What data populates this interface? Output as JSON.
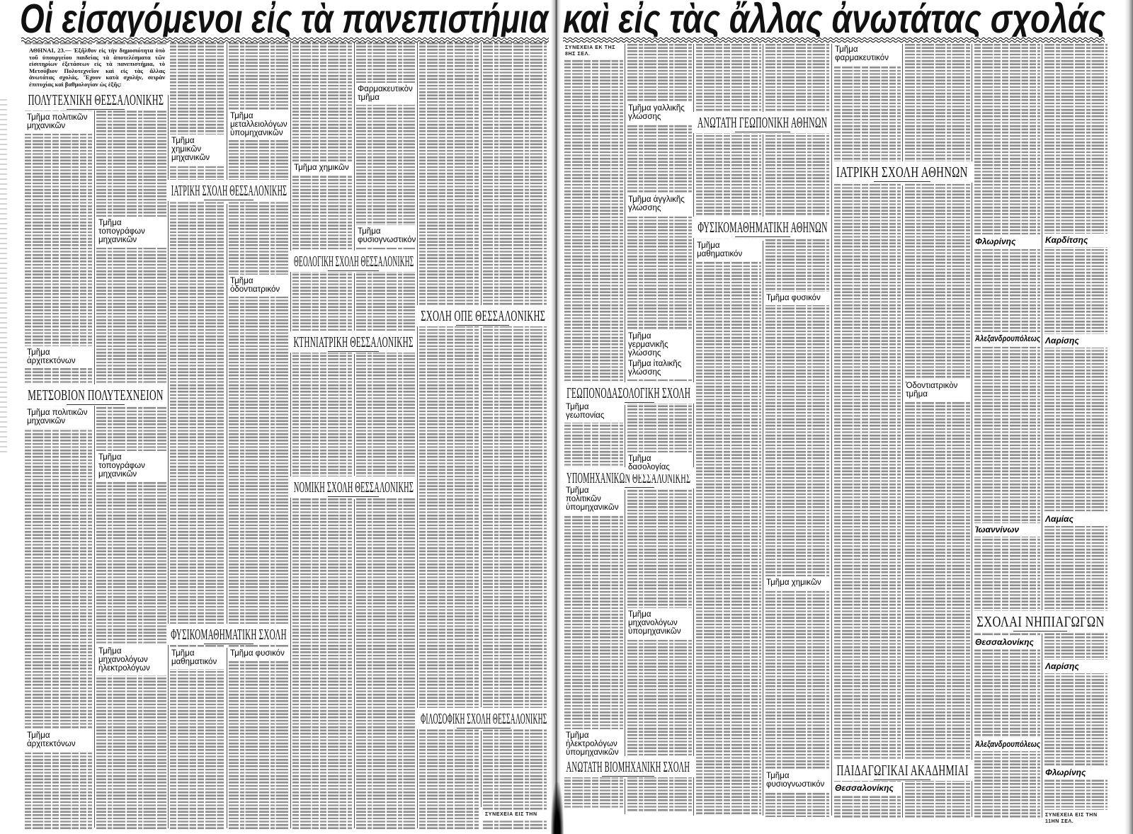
{
  "left_page": {
    "headline": "Οἱ εἰσαγόμενοι εἰς τὰ πανεπιστήμια",
    "intro": "ΑΘΗΝΑΙ, 23.— Ἐξῆλθον εἰς τὴν δημοσιότητα ὑπὸ τοῦ ὑπουργείου παιδείας τὰ ἀποτελέσματα τῶν εἰσιτηρίων ἐξετάσεων εἰς τὰ πανεπιστήμια, τὸ Μετσόβιον Πολυτεχνεῖον καὶ εἰς τὰς ἄλλας ἀνωτάτας σχολάς. Ἔχουν κατὰ σχολήν, σειρὰν ἐπιτυχίας καὶ βαθμολογίαν ὡς ἑξῆς:",
    "sections": [
      "ΠΟΛΥΤΕΧΝΙΚΗ ΘΕΣΣΑΛΟΝΙΚΗΣ",
      "ΜΕΤΣΟΒΙΟΝ ΠΟΛΥΤΕΧΝΕΙΟΝ",
      "ΙΑΤΡΙΚΗ ΣΧΟΛΗ ΘΕΣΣΑΛΟΝΙΚΗΣ",
      "ΘΕΟΛΟΓΙΚΗ ΣΧΟΛΗ ΘΕΣΣΑΛΟΝΙΚΗΣ",
      "ΣΧΟΛΗ ΟΠΕ ΘΕΣΣΑΛΟΝΙΚΗΣ",
      "ΚΤΗΝΙΑΤΡΙΚΗ ΘΕΣΣΑΛΟΝΙΚΗΣ",
      "ΝΟΜΙΚΗ ΣΧΟΛΗ ΘΕΣΣΑΛΟΝΙΚΗΣ",
      "ΦΥΣΙΚΟΜΑΘΗΜΑΤΙΚΗ ΣΧΟΛΗ",
      "ΦΙΛΟΣΟΦΙΚΗ ΣΧΟΛΗ ΘΕΣΣΑΛΟΝΙΚΗΣ"
    ],
    "departments": [
      "Τμῆμα πολιτικῶν μηχανικῶν",
      "Τμῆμα ἀρχιτεκτόνων",
      "Τμῆμα πολιτικῶν μηχανικῶν",
      "Τμῆμα ἀρχιτεκτόνων",
      "Τμῆμα τοπογράφων μηχανικῶν",
      "Τμῆμα τοπογράφων μηχανικῶν",
      "Τμῆμα μηχανολόγων ἠλεκτρολόγων",
      "Τμῆμα χημικῶν μηχανικῶν",
      "Τμῆμα μαθηματικόν",
      "Τμῆμα μεταλλειολόγων ὑπομηχανικῶν",
      "Τμῆμα ὀδοντιατρικόν",
      "Τμῆμα φυσικόν",
      "Τμῆμα χημικῶν",
      "Φαρμακευτικὸν τμῆμα",
      "Τμῆμα φυσιογνωστικόν"
    ],
    "continued_to": "ΣΥΝΕΧΕΙΑ ΕΙΣ ΤΗΝ"
  },
  "right_page": {
    "headline": "καὶ εἰς τὰς ἄλλας ἀνωτάτας σχολάς",
    "continued_from": "ΣΥΝΕΧΕΙΑ ΕΚ ΤΗΣ 8ΗΣ ΣΕΛ.",
    "sections": [
      "ΑΝΩΤΑΤΗ ΓΕΩΠΟΝΙΚΗ ΑΘΗΝΩΝ",
      "ΦΥΣΙΚΟΜΑΘΗΜΑΤΙΚΗ ΑΘΗΝΩΝ",
      "ΓΕΩΠΟΝΟΔΑΣΟΛΟΓΙΚΗ ΣΧΟΛΗ",
      "ΥΠΟΜΗΧΑΝΙΚΩΝ ΘΕΣΣΑΛΟΝΙΚΗΣ",
      "ΑΝΩΤΑΤΗ ΒΙΟΜΗΧΑΝΙΚΗ ΣΧΟΛΗ",
      "ΙΑΤΡΙΚΗ ΣΧΟΛΗ ΑΘΗΝΩΝ",
      "ΠΑΙΔΑΓΩΓΙΚΑΙ ΑΚΑΔΗΜΙΑΙ",
      "ΣΧΟΛΑΙ ΝΗΠΙΑΓΩΓΩΝ"
    ],
    "departments": [
      "Τμῆμα γεωπονίας",
      "Τμῆμα πολιτικῶν ὑπομηχανικῶν",
      "Τμῆμα ἠλεκτρολόγων ὑπομηχανικῶν",
      "Τμῆμα γαλλικῆς γλώσσης",
      "Τμῆμα ἀγγλικῆς γλώσσης",
      "Τμῆμα γερμανικῆς γλώσσης",
      "Τμῆμα ἰταλικῆς γλώσσης",
      "Τμῆμα δασολογίας",
      "Τμῆμα μηχανολόγων ὑπομηχανικῶν",
      "Τμῆμα μαθηματικόν",
      "Τμῆμα φυσικόν",
      "Τμῆμα χημικῶν",
      "Τμῆμα φυσιογνωστικόν",
      "Τμῆμα φαρμακευτικόν",
      "Ὀδοντιατρικὸν τμῆμα"
    ],
    "places": [
      "Θεσσαλονίκης",
      "Φλωρίνης",
      "Ἀλεξανδρουπόλεως",
      "Ἰωαννίνων",
      "Θεσσαλονίκης",
      "Ἀλεξανδρουπόλεως",
      "Καρδίτσης",
      "Λαρίσης",
      "Λαμίας",
      "Λαρίσης",
      "Φλωρίνης"
    ],
    "continued_to": "ΣΥΝΕΧΕΙΑ ΕΙΣ ΤΗΝ 11ΗΝ ΣΕΛ."
  }
}
